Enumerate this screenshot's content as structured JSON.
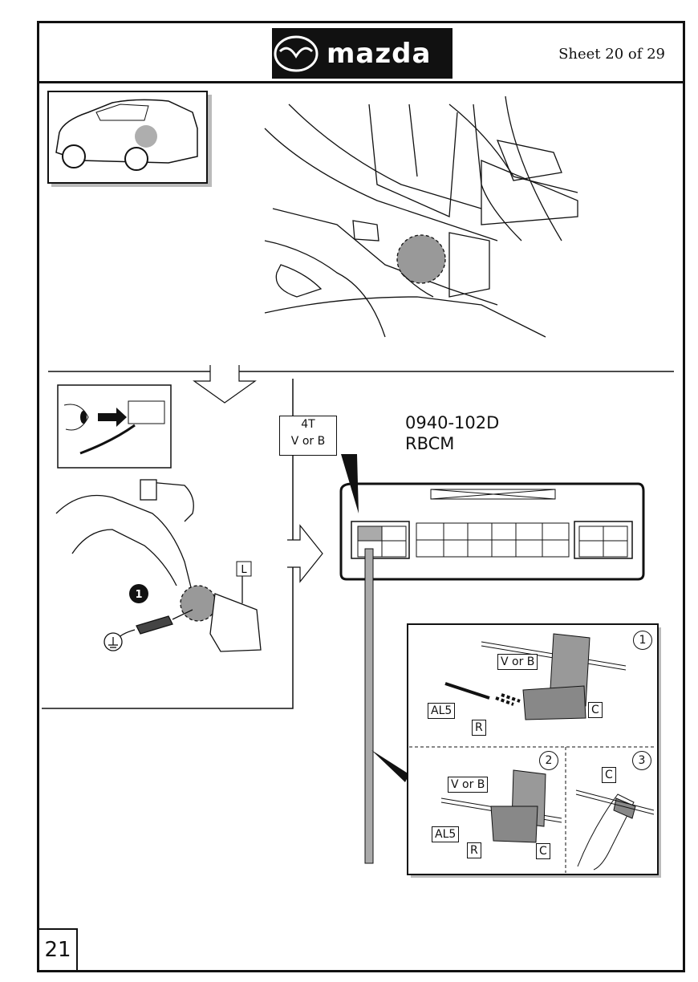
{
  "header": {
    "brand": "mazda",
    "sheet": "Sheet 20 of 29"
  },
  "footer": {
    "page_number": "21"
  },
  "connector": {
    "pin_callout_line1": "4T",
    "pin_callout_line2": "V or B",
    "code": "0940-102D",
    "name": "RBCM"
  },
  "left_panel": {
    "marker": "1",
    "label_L": "L"
  },
  "detail": {
    "step1": "1",
    "step2": "2",
    "step3": "3",
    "wire_v_or_b": "V or B",
    "wire_al5": "AL5",
    "wire_r": "R",
    "tap_c": "C"
  }
}
